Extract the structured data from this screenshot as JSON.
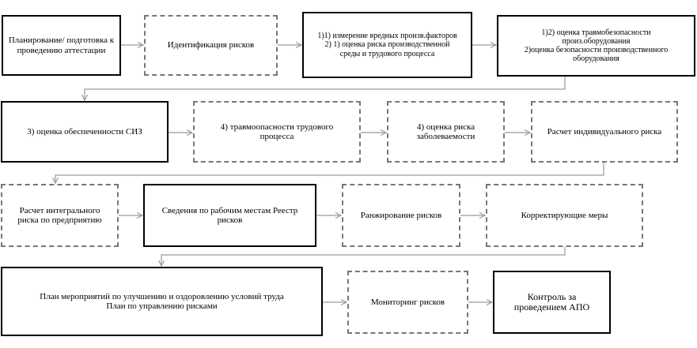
{
  "diagram": {
    "boxes": [
      {
        "id": "b1",
        "text": "Планирование/ подготовка к\nпроведению аттестации",
        "style": "solid"
      },
      {
        "id": "b2",
        "text": "Идентификация рисков",
        "style": "dashed"
      },
      {
        "id": "b3",
        "text": "1)1) измерение вредных произв.факторов\n2) 1) оценка  риска производственной\nсреды и трудового процесса",
        "style": "solid"
      },
      {
        "id": "b4",
        "text": "1)2) оценка травмобезопасности\nпроиз.оборудования\n2)оценка безопасности производственного\nоборудования",
        "style": "solid"
      },
      {
        "id": "b5",
        "text": "3) оценка обеспеченности СИЗ",
        "style": "solid"
      },
      {
        "id": "b6",
        "text": "4) травмоопасности трудового\nпроцесса",
        "style": "dashed"
      },
      {
        "id": "b7",
        "text": "4) оценка риска\nзаболеваемости",
        "style": "dashed"
      },
      {
        "id": "b8",
        "text": "Расчет индивидуального  риска",
        "style": "dashed"
      },
      {
        "id": "b9",
        "text": "Расчет интегрального\nриска по предприятию",
        "style": "dashed"
      },
      {
        "id": "b10",
        "text": "Сведения по рабочим местам Реестр\nрисков",
        "style": "solid"
      },
      {
        "id": "b11",
        "text": "Ранжирование рисков",
        "style": "dashed"
      },
      {
        "id": "b12",
        "text": "Корректирующие меры",
        "style": "dashed"
      },
      {
        "id": "b13",
        "text": "План мероприятий по улучшению и оздоровлению условий труда\nПлан по управлению рисками",
        "style": "solid"
      },
      {
        "id": "b14",
        "text": "Мониторинг рисков",
        "style": "dashed"
      },
      {
        "id": "b15",
        "text": "Контроль за\nпроведением АПО",
        "style": "solid"
      }
    ]
  }
}
